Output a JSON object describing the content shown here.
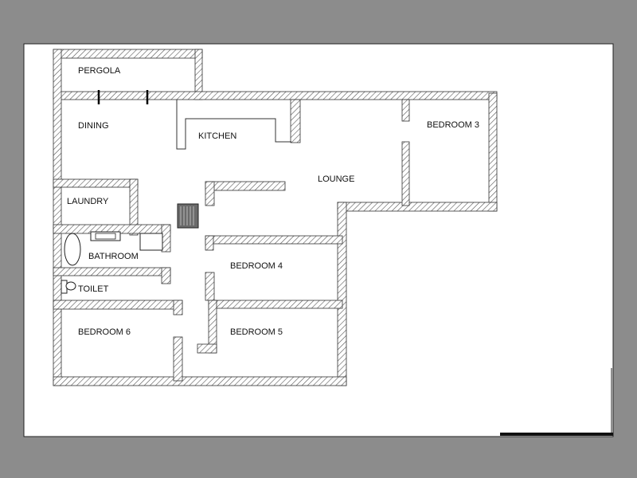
{
  "colors": {
    "background": "#8c8c8c",
    "sheet": "#ffffff",
    "wall_fill": "#ffffff",
    "wall_hatch": "#555555",
    "wall_outline": "#333333",
    "window_mark": "#000000",
    "stair_fill": "#6a6a6a"
  },
  "rooms": {
    "pergola": "PERGOLA",
    "dining": "DINING",
    "kitchen": "KITCHEN",
    "bedroom3": "BEDROOM 3",
    "lounge": "LOUNGE",
    "laundry": "LAUNDRY",
    "bathroom": "BATHROOM",
    "toilet": "TOILET",
    "bedroom4": "BEDROOM 4",
    "bedroom5": "BEDROOM 5",
    "bedroom6": "BEDROOM 6"
  }
}
